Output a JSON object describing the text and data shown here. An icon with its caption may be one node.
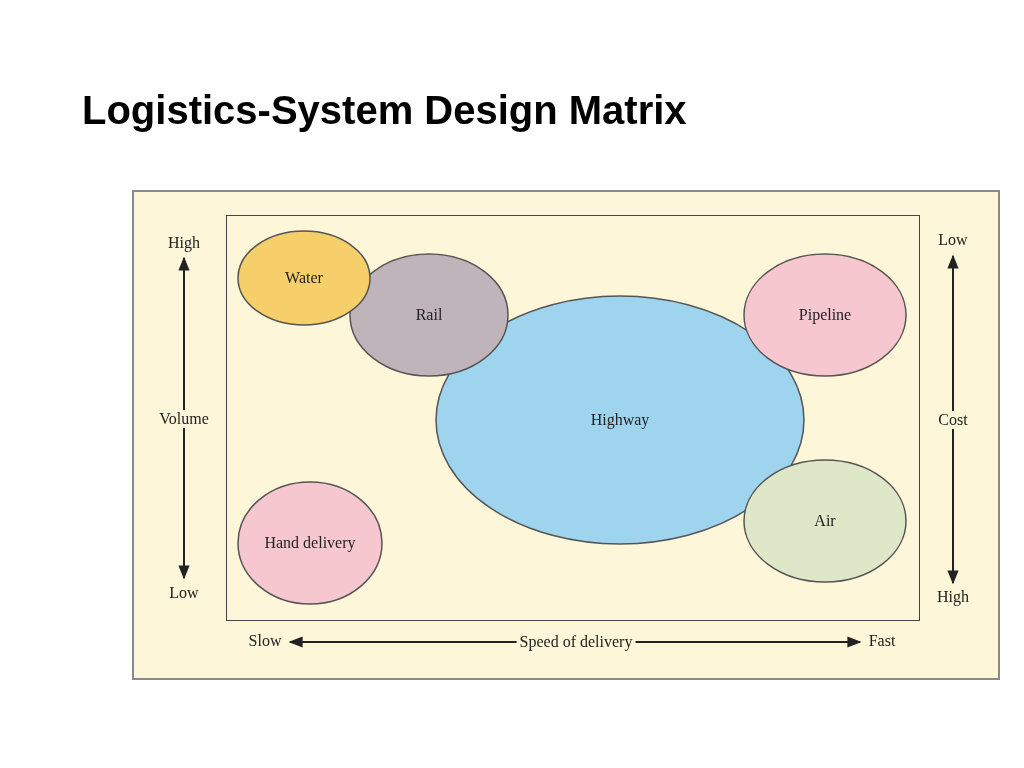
{
  "diagram": {
    "title": "Logistics-System Design Matrix",
    "nodes": [
      {
        "text": [
          "Water"
        ]
      },
      {
        "text": [
          "Rail"
        ]
      },
      {
        "text": [
          "Pipeline"
        ]
      },
      {
        "text": [
          "Highway"
        ]
      },
      {
        "text": [
          "Hand delivery"
        ]
      },
      {
        "text": [
          "Air"
        ]
      }
    ],
    "edges": [],
    "labels": [
      "High",
      "Low",
      "Volume",
      "Cost",
      "Low",
      "High",
      "Slow",
      "Speed of delivery",
      "Fast"
    ]
  }
}
